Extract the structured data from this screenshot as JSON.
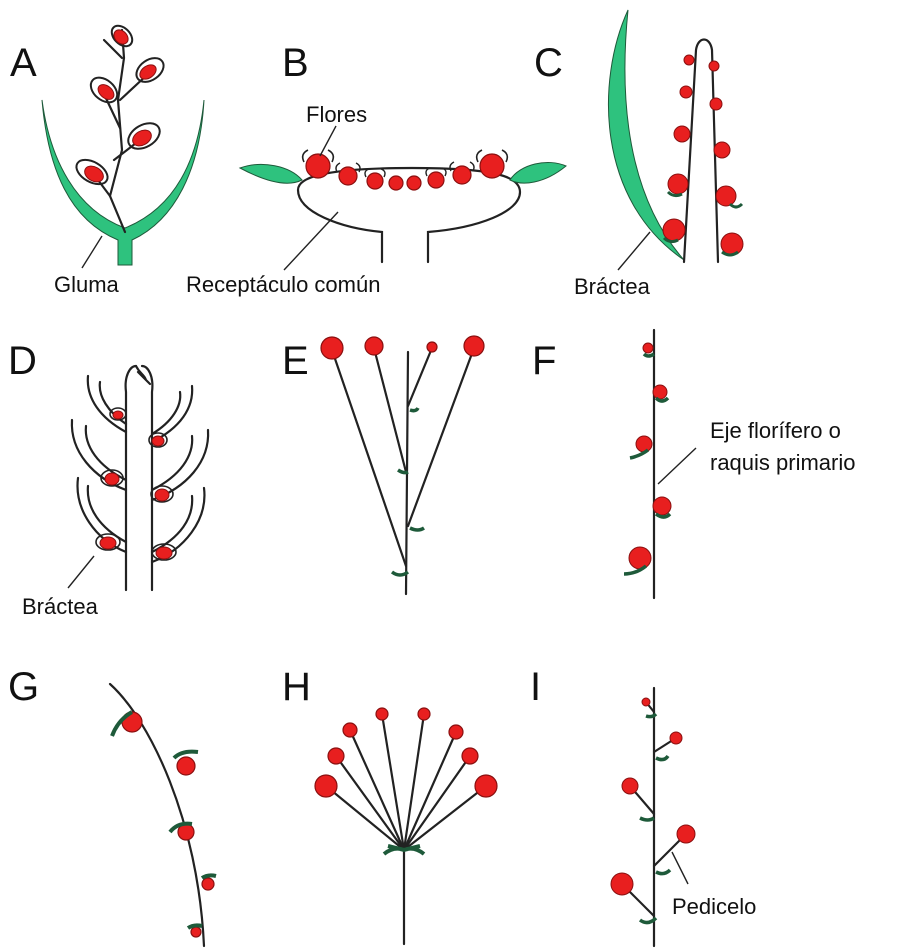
{
  "panels": {
    "a": {
      "letter": "A",
      "label": "Gluma"
    },
    "b": {
      "letter": "B",
      "label_flowers": "Flores",
      "label_receptacle": "Receptáculo común"
    },
    "c": {
      "letter": "C",
      "label": "Bráctea"
    },
    "d": {
      "letter": "D",
      "label": "Bráctea"
    },
    "e": {
      "letter": "E"
    },
    "f": {
      "letter": "F",
      "label_line1": "Eje florífero o",
      "label_line2": "raquis primario"
    },
    "g": {
      "letter": "G"
    },
    "h": {
      "letter": "H"
    },
    "i": {
      "letter": "I",
      "label": "Pedicelo"
    }
  },
  "colors": {
    "flower": "#e81f1f",
    "bract": "#2ec27e",
    "stem": "#222222",
    "text": "#111111"
  }
}
